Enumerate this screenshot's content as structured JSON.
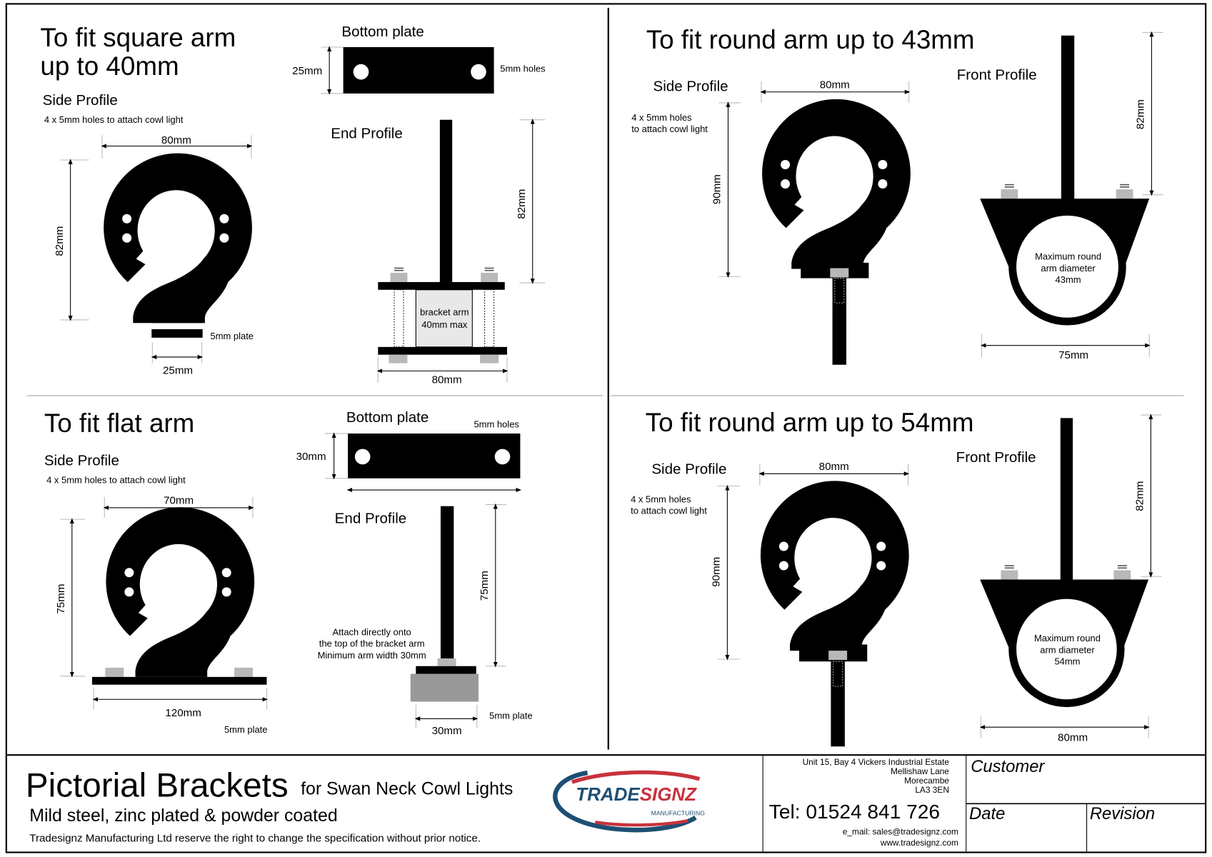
{
  "square_arm": {
    "title_1": "To fit square arm",
    "title_2": "up to 40mm",
    "side_profile": "Side Profile",
    "holes_note": "4 x 5mm holes to attach cowl light",
    "width": "80mm",
    "height": "82mm",
    "plate_note": "5mm plate",
    "plate_width": "25mm",
    "bottom_plate": "Bottom plate",
    "bottom_plate_height": "25mm",
    "holes_label": "5mm holes",
    "end_profile": "End Profile",
    "end_height": "82mm",
    "arm_label_1": "bracket arm",
    "arm_label_2": "40mm max",
    "end_width": "80mm"
  },
  "round_43": {
    "title": "To fit round arm up to 43mm",
    "side_profile": "Side Profile",
    "holes_note_1": "4 x 5mm holes",
    "holes_note_2": "to attach cowl light",
    "width": "80mm",
    "height": "90mm",
    "front_profile": "Front Profile",
    "front_height": "82mm",
    "max_1": "Maximum round",
    "max_2": "arm diameter",
    "max_3": "43mm",
    "front_width": "75mm"
  },
  "flat_arm": {
    "title": "To fit flat arm",
    "side_profile": "Side Profile",
    "holes_note": "4 x 5mm holes to attach cowl light",
    "width": "70mm",
    "height": "75mm",
    "base_width": "120mm",
    "plate_note": "5mm plate",
    "bottom_plate": "Bottom plate",
    "bottom_plate_height": "30mm",
    "holes_label": "5mm holes",
    "end_profile": "End Profile",
    "end_height": "75mm",
    "attach_1": "Attach directly onto",
    "attach_2": "the top of the bracket arm",
    "attach_3": "Minimum arm width 30mm",
    "end_plate_note": "5mm plate",
    "end_width": "30mm"
  },
  "round_54": {
    "title": "To fit round arm up to 54mm",
    "side_profile": "Side Profile",
    "holes_note_1": "4 x 5mm holes",
    "holes_note_2": "to attach cowl light",
    "width": "80mm",
    "height": "90mm",
    "front_profile": "Front Profile",
    "front_height": "82mm",
    "max_1": "Maximum round",
    "max_2": "arm diameter",
    "max_3": "54mm",
    "front_width": "80mm"
  },
  "title_block": {
    "title": "Pictorial Brackets",
    "subtitle": "for Swan Neck Cowl Lights",
    "material": "Mild steel, zinc plated & powder coated",
    "disclaimer": "Tradesignz Manufacturing Ltd reserve the right to change the specification without prior notice.",
    "logo_part1": "TRADE",
    "logo_part2": "SIGNZ",
    "logo_sub": "MANUFACTURING",
    "address": [
      "Unit 15, Bay 4 Vickers Industrial Estate",
      "Mellishaw Lane",
      "Morecambe",
      "LA3 3EN"
    ],
    "tel": "Tel: 01524 841 726",
    "email": "e_mail: sales@tradesignz.com",
    "web": "www.tradesignz.com",
    "customer_label": "Customer",
    "date_label": "Date",
    "revision_label": "Revision"
  },
  "colors": {
    "logo_blue": "#1d4f73",
    "logo_red": "#c8323c",
    "gray_part": "#b8b8b8"
  }
}
